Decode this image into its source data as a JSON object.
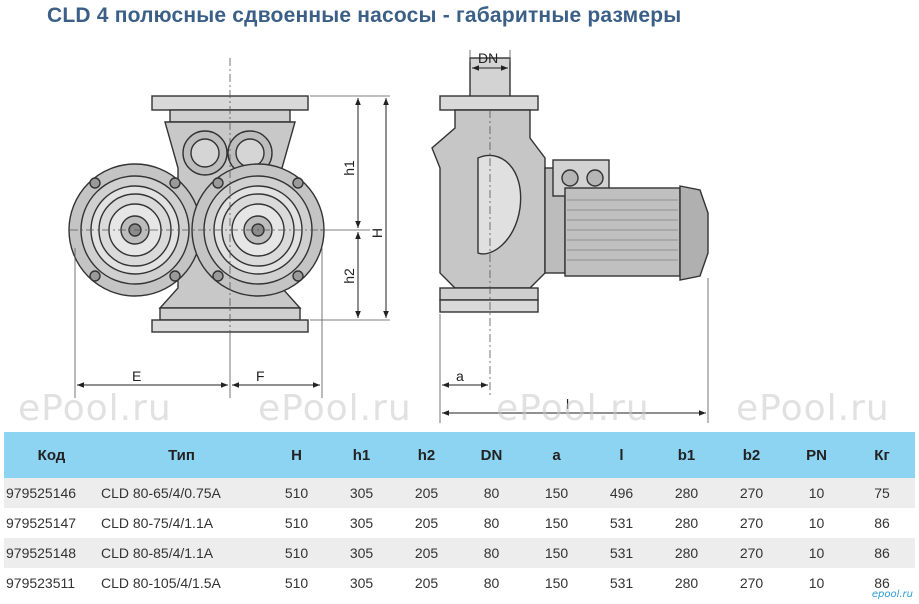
{
  "title": "CLD 4 полюсные сдвоенные насосы - габаритные размеры",
  "watermark": "ePool.ru",
  "brand_mark": "epool.ru",
  "dimensions": {
    "dn": "DN",
    "h1": "h1",
    "h": "H",
    "h2": "h2",
    "e": "E",
    "f": "F",
    "a": "a",
    "l": "l"
  },
  "table": {
    "headers": [
      "Код",
      "Тип",
      "H",
      "h1",
      "h2",
      "DN",
      "a",
      "l",
      "b1",
      "b2",
      "PN",
      "Кг"
    ],
    "rows": [
      [
        "979525146",
        "CLD 80-65/4/0.75A",
        "510",
        "305",
        "205",
        "80",
        "150",
        "496",
        "280",
        "270",
        "10",
        "75"
      ],
      [
        "979525147",
        "CLD 80-75/4/1.1A",
        "510",
        "305",
        "205",
        "80",
        "150",
        "531",
        "280",
        "270",
        "10",
        "86"
      ],
      [
        "979525148",
        "CLD 80-85/4/1.1A",
        "510",
        "305",
        "205",
        "80",
        "150",
        "531",
        "280",
        "270",
        "10",
        "86"
      ],
      [
        "979523511",
        "CLD 80-105/4/1.5A",
        "510",
        "305",
        "205",
        "80",
        "150",
        "531",
        "280",
        "270",
        "10",
        "86"
      ]
    ]
  }
}
